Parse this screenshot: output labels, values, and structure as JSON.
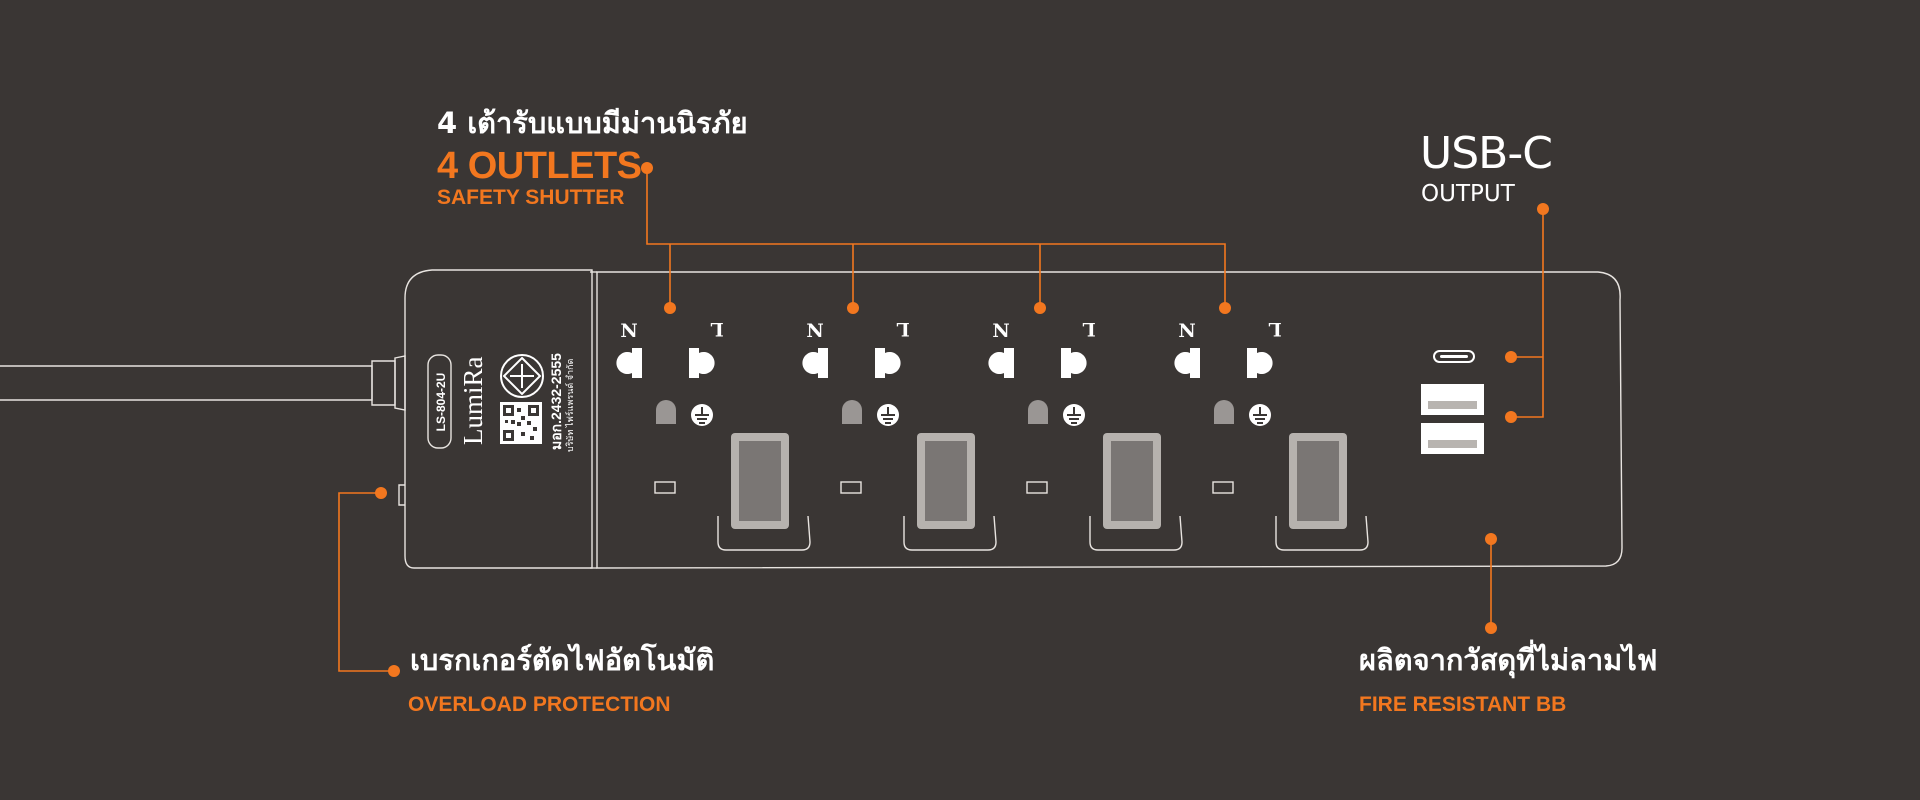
{
  "callouts": {
    "outlets": {
      "thai": "4 เต้ารับแบบมีม่านนิรภัย",
      "title": "4 OUTLETS",
      "subtitle": "SAFETY SHUTTER"
    },
    "usb": {
      "title": "USB-C",
      "subtitle": "OUTPUT"
    },
    "breaker": {
      "thai": "เบรกเกอร์ตัดไฟอัตโนมัติ",
      "english": "OVERLOAD PROTECTION"
    },
    "material": {
      "thai": "ผลิตจากวัสดุที่ไม่ลามไฟ",
      "english": "FIRE RESISTANT BB"
    }
  },
  "product": {
    "model": "LS-804-2U",
    "brand": "LumiRa",
    "standard": "มอก.2432-2555",
    "company": "บริษัท ไฟร์แพรนด์ จำกัด"
  },
  "socket_labels": {
    "neutral": "N",
    "live": "L"
  },
  "colors": {
    "background": "#3a3634",
    "accent": "#f2771f",
    "outline": "#e8e4e0"
  },
  "icons": [
    "earth-ground-icon",
    "qr-code-icon",
    "certification-mark-icon",
    "usb-c-port-icon",
    "usb-a-port-icon"
  ]
}
